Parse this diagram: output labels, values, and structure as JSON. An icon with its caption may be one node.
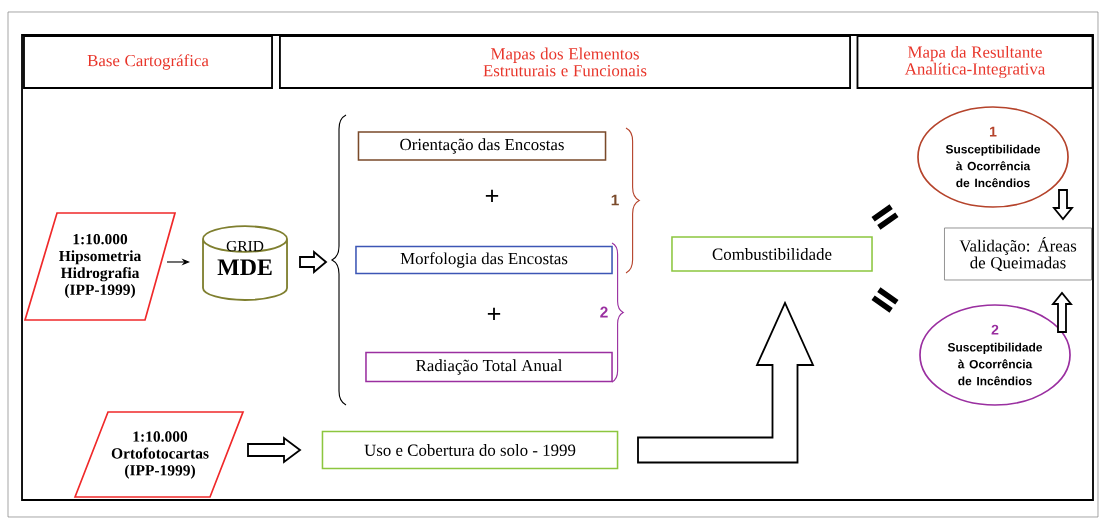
{
  "diagram": {
    "nodes": [
      {
        "text": [
          "Base Cartográfica"
        ]
      },
      {
        "text": [
          "Mapas dos Elementos Estruturais e Funcionais"
        ]
      },
      {
        "text": [
          "Mapa da Resultante Analítica-Integrativa"
        ]
      },
      {
        "text": [
          "1:10.000 Hipsometria Hidrografia (IPP-1999)"
        ]
      },
      {
        "text": [
          "GRID",
          "MDE"
        ]
      },
      {
        "text": [
          "Orientação das Encostas"
        ]
      },
      {
        "text": [
          "Morfologia das Encostas"
        ]
      },
      {
        "text": [
          "Radiação Total Anual"
        ]
      },
      {
        "text": [
          "Combustibilidade"
        ]
      },
      {
        "text": [
          "1",
          "Susceptibilidade à Ocorrência de Incêndios"
        ]
      },
      {
        "text": [
          "Validação: Áreas de Queimadas"
        ]
      },
      {
        "text": [
          "2",
          "Susceptibilidade à Ocorrência de Incêndios"
        ]
      },
      {
        "text": [
          "1:10.000 Ortofotocartas (IPP-1999)"
        ]
      },
      {
        "text": [
          "Uso e Cobertura do solo - 1999"
        ]
      }
    ],
    "edges": [
      {
        "from": 3,
        "to": 4,
        "arrow": "to"
      },
      {
        "from": 4,
        "to": null,
        "arrow": "to",
        "style": "thick"
      },
      {
        "from": 12,
        "to": 13,
        "arrow": "to",
        "style": "thick"
      },
      {
        "from": 13,
        "to": 8,
        "arrow": "to",
        "style": "thick"
      },
      {
        "from": 9,
        "to": 10,
        "arrow": "to",
        "style": "thick"
      },
      {
        "from": 11,
        "to": 10,
        "arrow": "to",
        "style": "thick"
      }
    ],
    "labels": [
      "+",
      "1",
      "+",
      "2"
    ]
  }
}
